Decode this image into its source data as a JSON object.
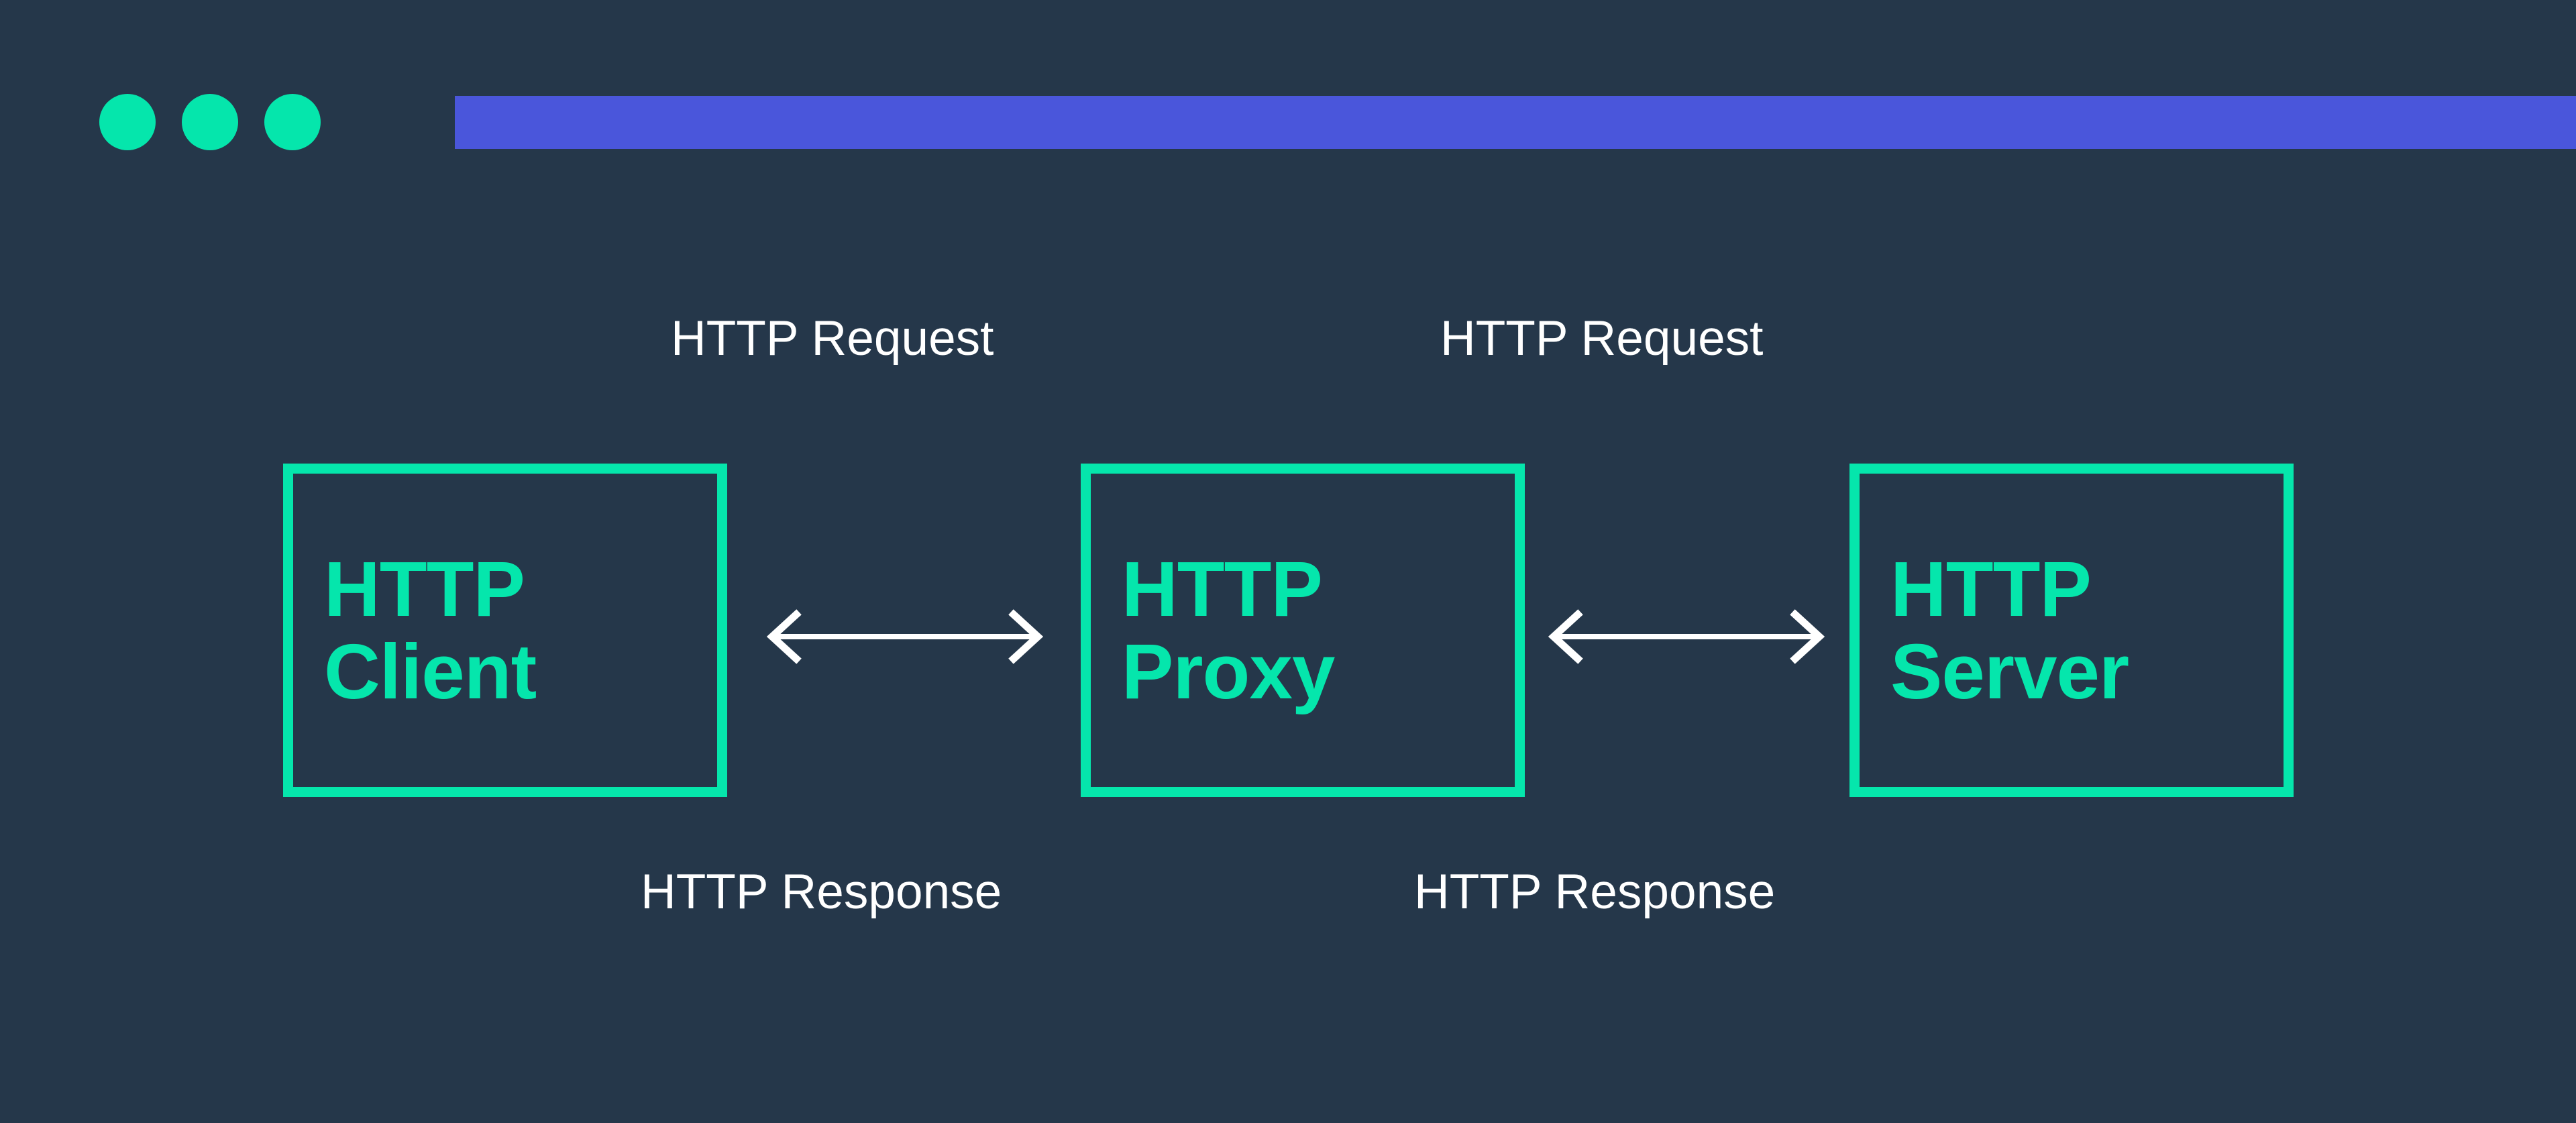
{
  "window": {
    "traffic_lights": [
      {
        "name": "dot-1"
      },
      {
        "name": "dot-2"
      },
      {
        "name": "dot-3"
      }
    ],
    "address_bar_value": ""
  },
  "colors": {
    "background": "#25374a",
    "accent_green": "#05e6ac",
    "address_bar_blue": "#4a56db",
    "label_text": "#ffffff"
  },
  "diagram": {
    "nodes": [
      {
        "id": "http-client",
        "line1": "HTTP",
        "line2": "Client"
      },
      {
        "id": "http-proxy",
        "line1": "HTTP",
        "line2": "Proxy"
      },
      {
        "id": "http-server",
        "line1": "HTTP",
        "line2": "Server"
      }
    ],
    "connectors": [
      {
        "id": "client-proxy",
        "direction": "bidirectional",
        "label_above": "HTTP Request",
        "label_below": "HTTP Response"
      },
      {
        "id": "proxy-server",
        "direction": "bidirectional",
        "label_above": "HTTP Request",
        "label_below": "HTTP Response"
      }
    ]
  }
}
